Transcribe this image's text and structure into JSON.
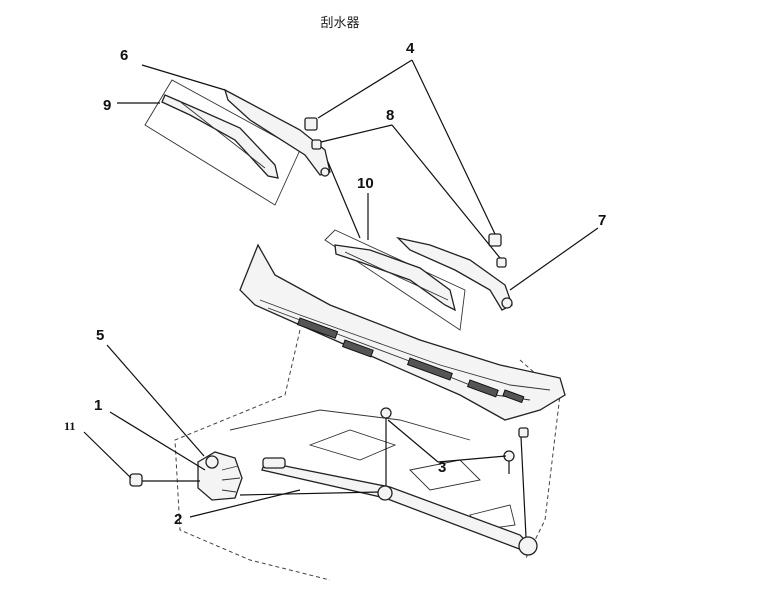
{
  "title": "刮水器",
  "callouts": {
    "c1": "1",
    "c2": "2",
    "c3": "3",
    "c4": "4",
    "c5": "5",
    "c6": "6",
    "c7": "7",
    "c8": "8",
    "c9": "9",
    "c10": "10",
    "c11": "11"
  }
}
